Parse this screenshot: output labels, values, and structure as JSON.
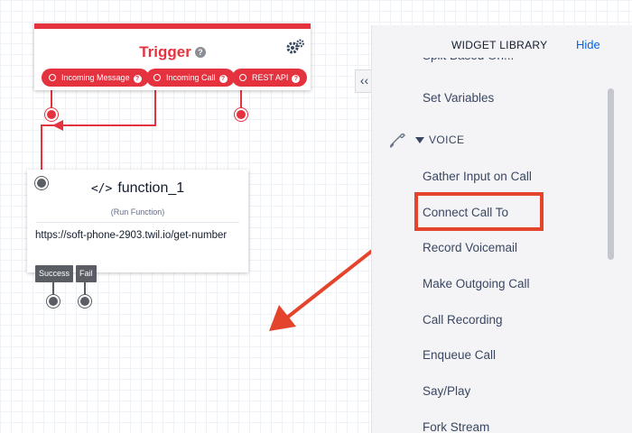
{
  "trigger": {
    "title": "Trigger",
    "help": "?",
    "ports": [
      {
        "label": "Incoming Message",
        "help": "?"
      },
      {
        "label": "Incoming Call",
        "help": "?"
      },
      {
        "label": "REST API",
        "help": "?"
      }
    ]
  },
  "function": {
    "title": "function_1",
    "code_glyph": "</>",
    "subtitle": "(Run Function)",
    "url": "https://soft-phone-2903.twil.io/get-number",
    "outputs": [
      "Success",
      "Fail"
    ]
  },
  "library": {
    "title": "WIDGET LIBRARY",
    "hide_label": "Hide",
    "collapse_glyph": "‹‹",
    "partial_item": "Split Based On...",
    "items_before": [
      "Set Variables"
    ],
    "section": "VOICE",
    "voice_items": [
      "Gather Input on Call",
      "Connect Call To",
      "Record Voicemail",
      "Make Outgoing Call",
      "Call Recording",
      "Enqueue Call",
      "Say/Play",
      "Fork Stream"
    ]
  },
  "colors": {
    "trigger_red": "#e5323f",
    "annotation_red": "#e5442c",
    "link_blue": "#0263e0",
    "node_gray": "#5a5d63"
  }
}
